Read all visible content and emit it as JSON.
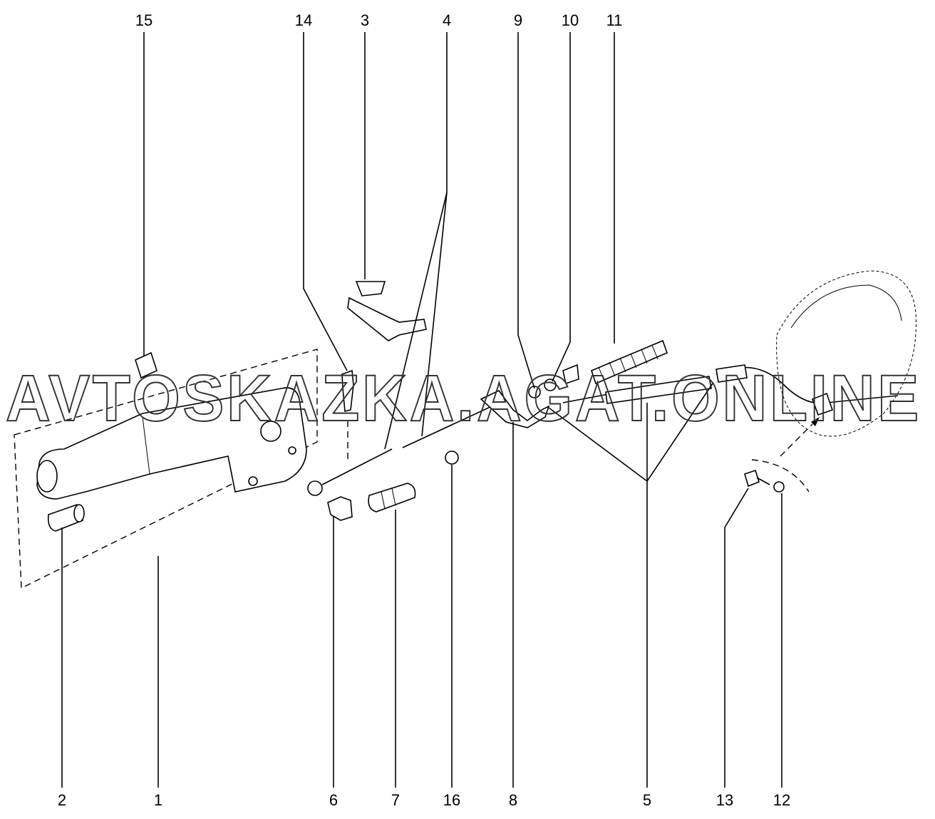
{
  "diagram": {
    "watermark": "AVTOSKAZKA.AGAT.ONLINE",
    "top_labels": [
      "15",
      "14",
      "3",
      "4",
      "9",
      "10",
      "11"
    ],
    "bottom_labels": [
      "2",
      "1",
      "6",
      "7",
      "16",
      "8",
      "5",
      "13",
      "12"
    ]
  }
}
